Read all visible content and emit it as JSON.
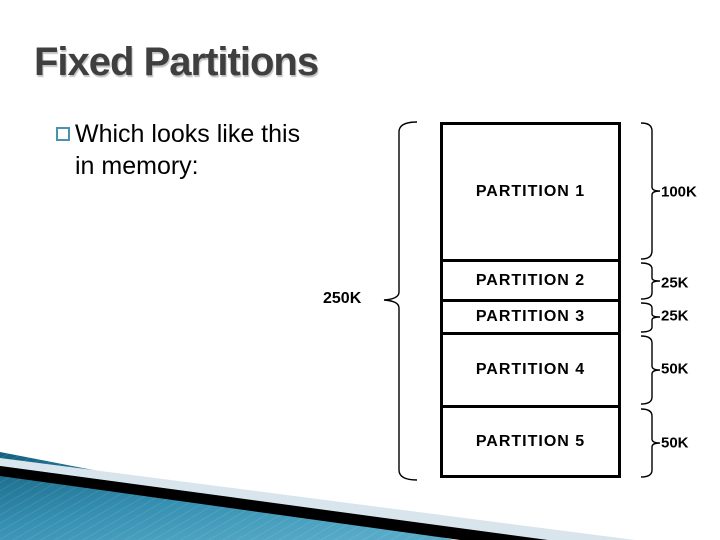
{
  "slide": {
    "title": "Fixed Partitions",
    "bullet": {
      "line1": "Which looks like this",
      "line2": "in memory:"
    }
  },
  "diagram": {
    "total_size_label": "250K",
    "partitions": [
      {
        "name": "PARTITION 1",
        "size": "100K"
      },
      {
        "name": "PARTITION 2",
        "size": "25K"
      },
      {
        "name": "PARTITION 3",
        "size": "25K"
      },
      {
        "name": "PARTITION 4",
        "size": "50K"
      },
      {
        "name": "PARTITION 5",
        "size": "50K"
      }
    ]
  },
  "colors": {
    "title_text": "#3f3f3f",
    "bullet_square": "#4a93ad",
    "box_border": "#000000",
    "deco_teal_dark": "#13607f",
    "deco_teal_light": "#57abc8",
    "deco_pale": "#d9e5ec",
    "deco_black": "#000000"
  }
}
